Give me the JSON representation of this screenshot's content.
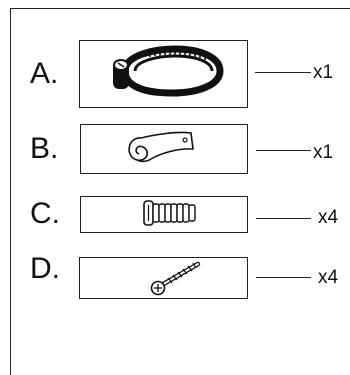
{
  "parts": [
    {
      "letter": "A.",
      "name": "hose-clamp",
      "quantity": "x1"
    },
    {
      "letter": "B.",
      "name": "mounting-strap",
      "quantity": "x1"
    },
    {
      "letter": "C.",
      "name": "threaded-screw",
      "quantity": "x4"
    },
    {
      "letter": "D.",
      "name": "wood-screw",
      "quantity": "x4"
    }
  ]
}
